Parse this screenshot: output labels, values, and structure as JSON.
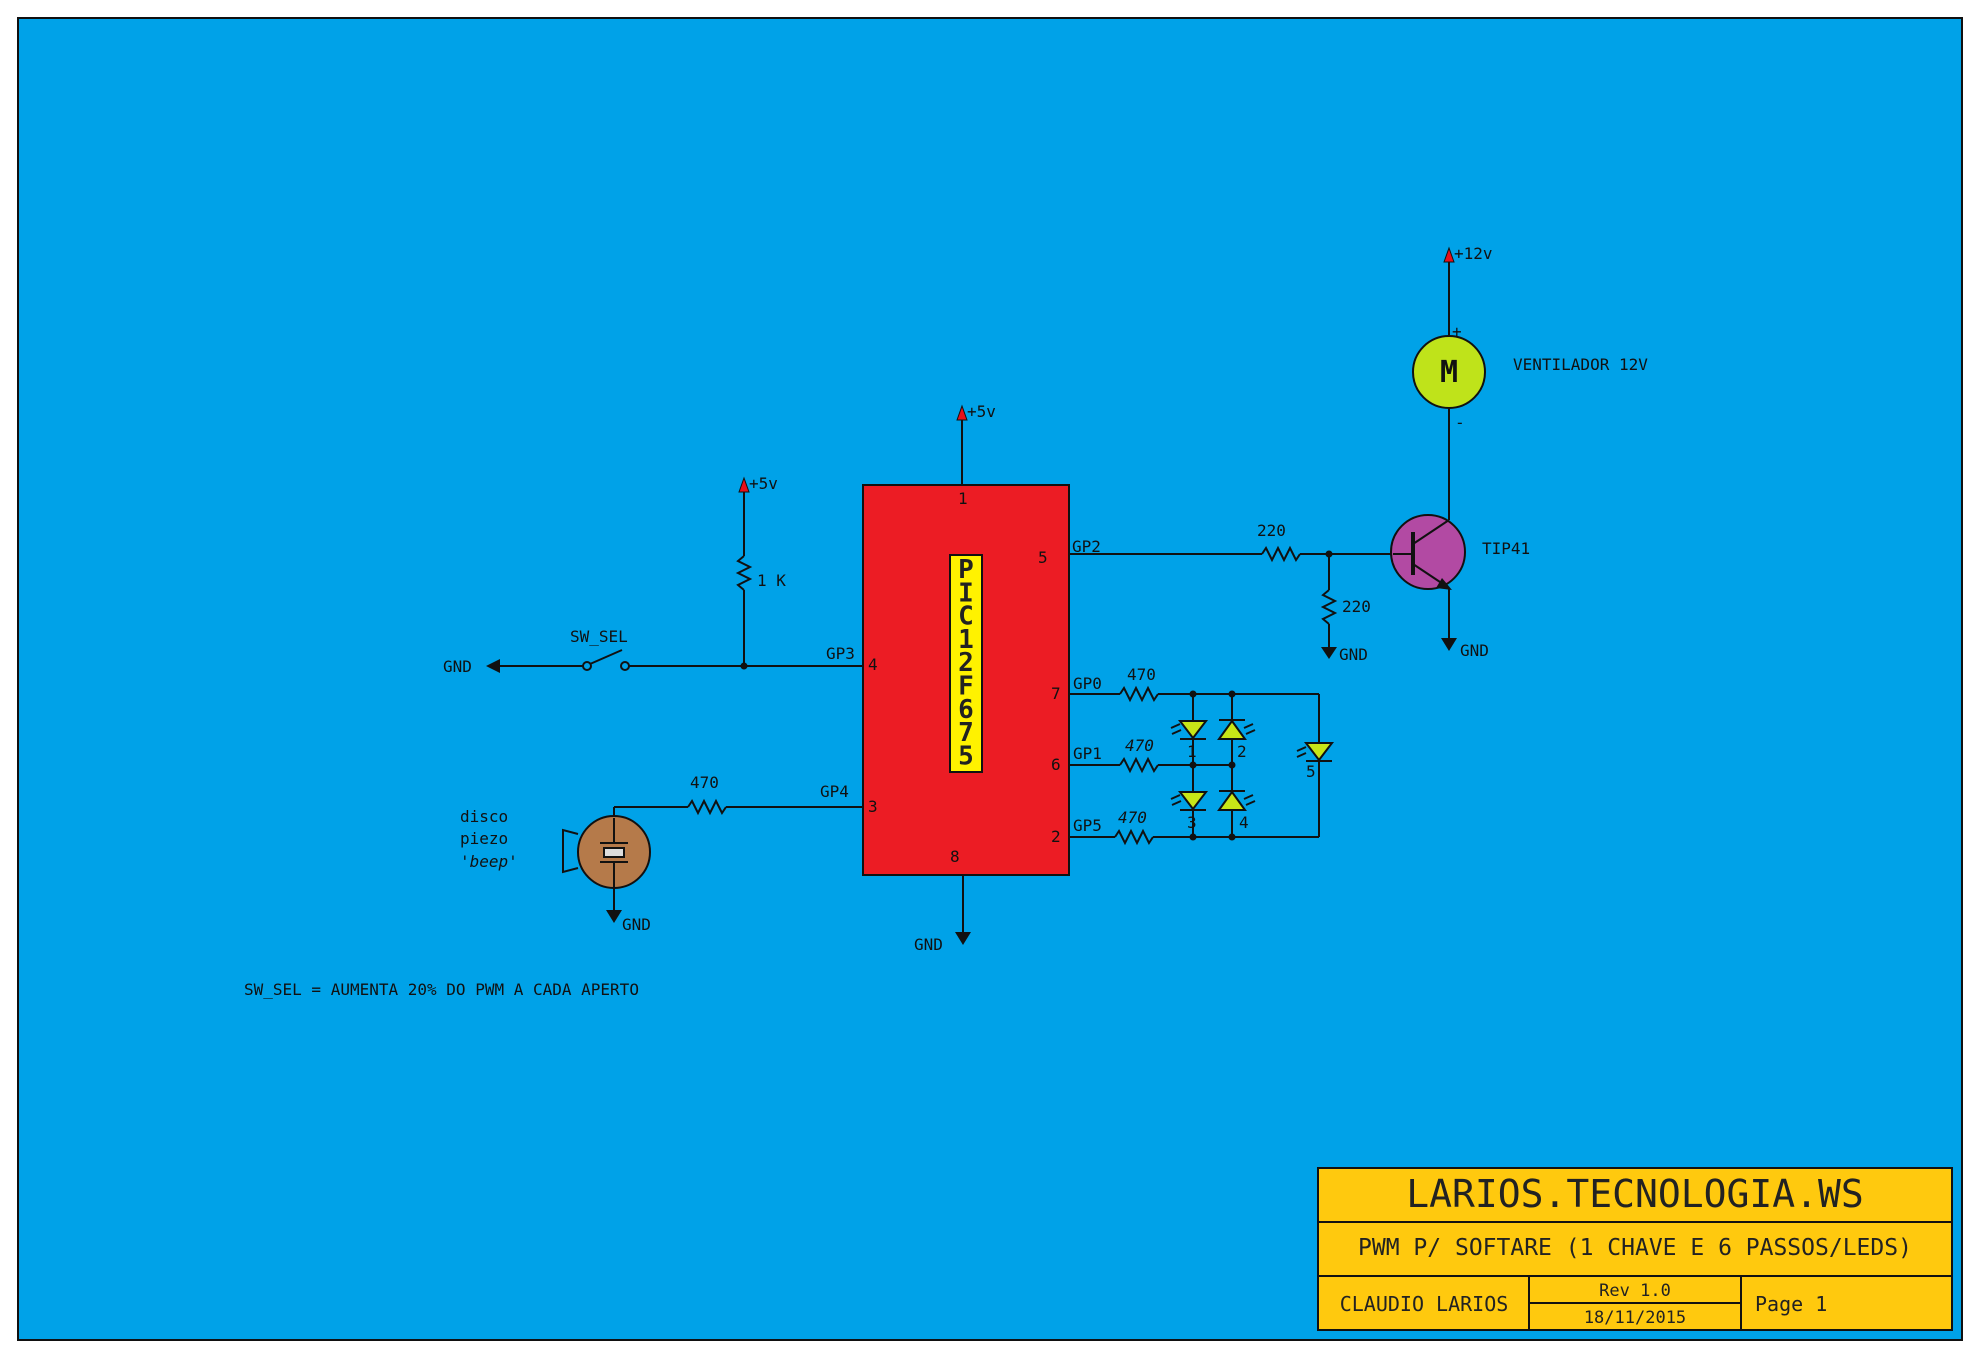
{
  "colors": {
    "background": "#00a2e8",
    "chip_body": "#ec1c24",
    "chip_label_bg": "#fff200",
    "titleblock": "#ffc90e",
    "led": "#c8e617",
    "motor": "#bfe31a",
    "transistor": "#b24aa3",
    "piezo": "#b57a4a",
    "power_arrow": "#e8101a"
  },
  "icons": [
    "power-arrow-icon",
    "ground-arrow-icon",
    "resistor-icon",
    "led-icon",
    "motor-icon",
    "transistor-icon",
    "piezo-icon",
    "switch-icon"
  ],
  "chip": {
    "name": "PIC 12F675",
    "chars": [
      "P",
      "I",
      "C",
      "1",
      "2",
      "F",
      "6",
      "7",
      "5"
    ],
    "pins": {
      "p1": "1",
      "p2": "2",
      "p3": "3",
      "p4": "4",
      "p5": "5",
      "p6": "6",
      "p7": "7",
      "p8": "8"
    },
    "ports": {
      "gp0": "GP0",
      "gp1": "GP1",
      "gp2": "GP2",
      "gp3": "GP3",
      "gp4": "GP4",
      "gp5": "GP5"
    }
  },
  "labels": {
    "vcc_chip": "+5v",
    "vcc_pullup": "+5v",
    "vcc_motor": "+12v",
    "gnd_switch": "GND",
    "gnd_chip": "GND",
    "gnd_piezo": "GND",
    "gnd_base_res": "GND",
    "gnd_transistor": "GND",
    "r_pullup": "1 K",
    "r_piezo": "470",
    "r_gp0": "470",
    "r_gp1": "470",
    "r_gp5": "470",
    "r_base": "220",
    "r_base_pulldown": "220",
    "switch": "SW_SEL",
    "motor_name": "VENTILADOR 12V",
    "motor_symbol": "M",
    "motor_plus": "+",
    "motor_minus": "-",
    "transistor": "TIP41",
    "piezo_line1": "disco",
    "piezo_line2": "piezo",
    "piezo_line3": "'beep'",
    "led1": "1",
    "led2": "2",
    "led3": "3",
    "led4": "4",
    "led5": "5",
    "note": "SW_SEL = AUMENTA  20%  DO PWM A CADA APERTO"
  },
  "titleblock": {
    "title": "LARIOS.TECNOLOGIA.WS",
    "subtitle": "PWM P/ SOFTARE (1 CHAVE E 6 PASSOS/LEDS)",
    "author": "CLAUDIO LARIOS",
    "rev": "Rev 1.0",
    "date": "18/11/2015",
    "page": "Page  1"
  }
}
